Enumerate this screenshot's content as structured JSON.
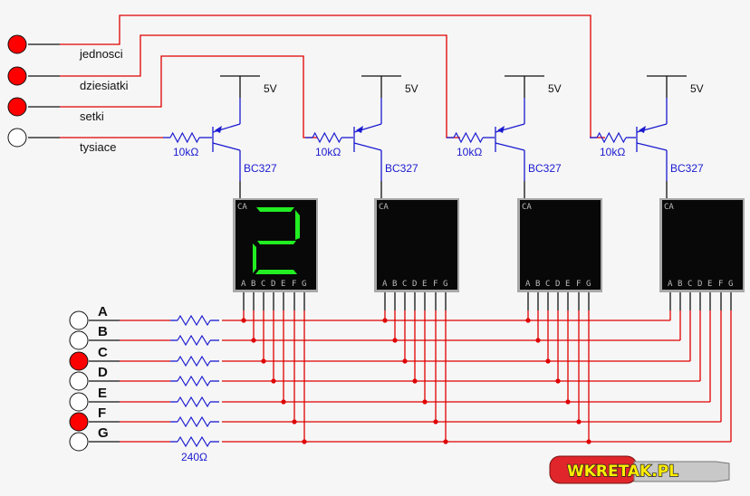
{
  "digit_inputs": [
    {
      "label": "jednosci",
      "state": "on"
    },
    {
      "label": "dziesiatki",
      "state": "on"
    },
    {
      "label": "setki",
      "state": "on"
    },
    {
      "label": "tysiace",
      "state": "off"
    }
  ],
  "segment_inputs": [
    {
      "label": "A",
      "state": "off"
    },
    {
      "label": "B",
      "state": "off"
    },
    {
      "label": "C",
      "state": "on"
    },
    {
      "label": "D",
      "state": "off"
    },
    {
      "label": "E",
      "state": "off"
    },
    {
      "label": "F",
      "state": "on"
    },
    {
      "label": "G",
      "state": "off"
    }
  ],
  "transistors": [
    {
      "model": "BC327",
      "base_resistor": "10kΩ",
      "supply": "5V"
    },
    {
      "model": "BC327",
      "base_resistor": "10kΩ",
      "supply": "5V"
    },
    {
      "model": "BC327",
      "base_resistor": "10kΩ",
      "supply": "5V"
    },
    {
      "model": "BC327",
      "base_resistor": "10kΩ",
      "supply": "5V"
    }
  ],
  "displays": [
    {
      "anode_label": "CA",
      "pins": [
        "A",
        "B",
        "C",
        "D",
        "E",
        "F",
        "G"
      ],
      "shown_digit": "2"
    },
    {
      "anode_label": "CA",
      "pins": [
        "A",
        "B",
        "C",
        "D",
        "E",
        "F",
        "G"
      ],
      "shown_digit": ""
    },
    {
      "anode_label": "CA",
      "pins": [
        "A",
        "B",
        "C",
        "D",
        "E",
        "F",
        "G"
      ],
      "shown_digit": ""
    },
    {
      "anode_label": "CA",
      "pins": [
        "A",
        "B",
        "C",
        "D",
        "E",
        "F",
        "G"
      ],
      "shown_digit": ""
    }
  ],
  "segment_resistor_label": "240Ω",
  "logo_text": "WKRETAK.PL",
  "colors": {
    "wire_active": "#e00000",
    "wire_component": "#1a1ad0",
    "led_on": "#ff0000",
    "segment_on": "#22ee22",
    "display_bg": "#080808"
  }
}
